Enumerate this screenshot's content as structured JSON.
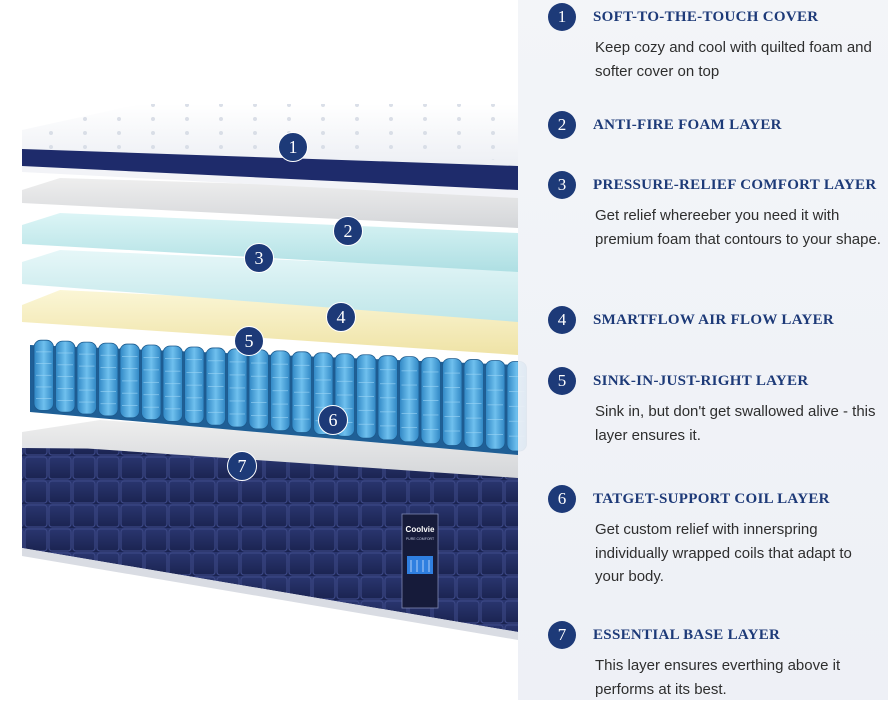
{
  "features": [
    {
      "number": "1",
      "title": "SOFT-TO-THE-TOUCH COVER",
      "description": "Keep cozy and cool with quilted foam and softer cover on top"
    },
    {
      "number": "2",
      "title": "ANTI-FIRE FOAM LAYER",
      "description": ""
    },
    {
      "number": "3",
      "title": "PRESSURE-RELIEF COMFORT LAYER",
      "description": "Get relief whereeber you need it with premium foam that contours to your shape."
    },
    {
      "number": "4",
      "title": "SMARTFLOW AIR FLOW LAYER",
      "description": ""
    },
    {
      "number": "5",
      "title": "SINK-IN-JUST-RIGHT LAYER",
      "description": "Sink in, but don't get swallowed alive - this layer ensures it."
    },
    {
      "number": "6",
      "title": "TATGET-SUPPORT COIL LAYER",
      "description": "Get custom relief with innerspring individually wrapped coils that adapt to your body."
    },
    {
      "number": "7",
      "title": "ESSENTIAL BASE LAYER",
      "description": "This layer ensures everthing above it performs at its best."
    }
  ],
  "layer_labels": [
    "1",
    "2",
    "3",
    "4",
    "5",
    "6",
    "7"
  ],
  "brand": {
    "logo_text": "Coolvie",
    "tagline": "PURE COMFORT"
  },
  "colors": {
    "accent": "#1d3a78",
    "navy_base": "#1f2a5e",
    "coil_blue": "#3d9ad6",
    "foam_teal": "#c7ebee",
    "foam_yellow": "#f5edbf",
    "panel_bg": "#eef1f6"
  }
}
